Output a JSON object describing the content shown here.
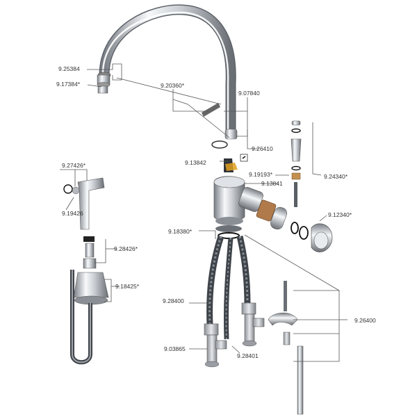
{
  "diagram": {
    "part_labels": {
      "p9_25384": "9.25384",
      "p9_17384": "9.17384*",
      "p9_20360": "9.20360*",
      "p9_07840": "9.07840",
      "p9_26410": "9.26410",
      "p9_13842": "9.13842",
      "p9_19193": "9.19193*",
      "p9_24340": "9.24340*",
      "p9_13841": "9.13841",
      "p9_27426": "9.27426*",
      "p9_19426": "9.19426",
      "p9_12340": "9.12340*",
      "p9_18380": "9.18380*",
      "p9_28426": "9.28426*",
      "p9_18425": "9.18425*",
      "p9_28400": "9.28400",
      "p9_26400": "9.26400",
      "p9_03865": "9.03865",
      "p9_28401": "9.28401"
    },
    "colors": {
      "chrome_dark": "#6a6f75",
      "chrome_light": "#f4f6f8",
      "hose": "#5a5f66",
      "brass": "#b9bcc1",
      "oring": "#222222"
    }
  }
}
